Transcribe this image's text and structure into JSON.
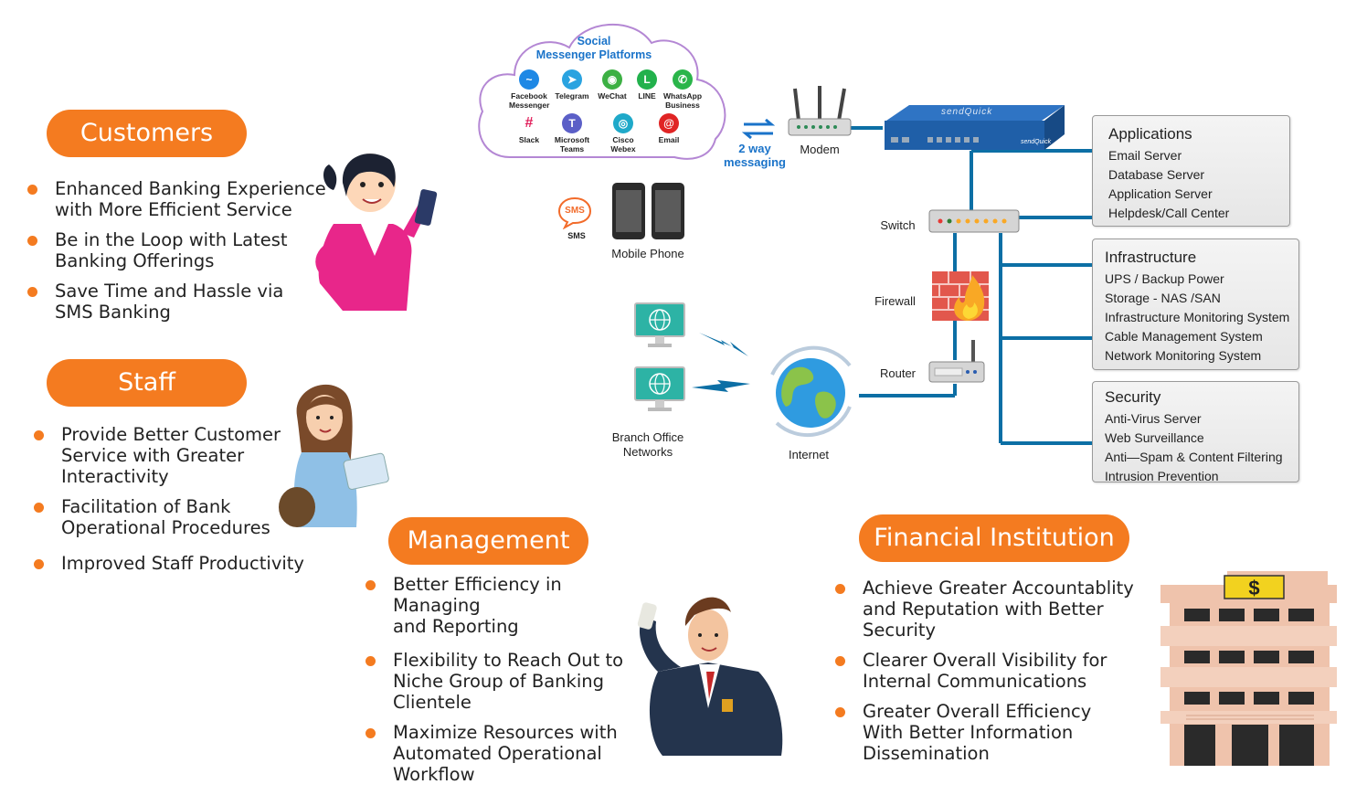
{
  "colors": {
    "accent": "#f47b20",
    "network_line": "#0c6fa5",
    "cloud_title": "#1a73c9"
  },
  "customers": {
    "title": "Customers",
    "bullets": [
      "Enhanced Banking Experience\nwith More Efficient Service",
      "Be in the Loop with Latest\nBanking Offerings",
      "Save Time and Hassle via\nSMS Banking"
    ]
  },
  "staff": {
    "title": "Staff",
    "bullets": [
      "Provide Better Customer\nService with Greater\nInteractivity",
      "Facilitation of Bank\nOperational Procedures",
      "Improved Staff Productivity"
    ]
  },
  "management": {
    "title": "Management",
    "bullets": [
      "Better Efficiency in Managing\nand Reporting",
      "Flexibility to Reach Out to\nNiche Group of Banking\nClientele",
      "Maximize Resources with\nAutomated Operational\nWorkflow"
    ]
  },
  "financial": {
    "title": "Financial Institution",
    "bullets": [
      "Achieve Greater Accountablity\nand Reputation with Better\nSecurity",
      "Clearer Overall Visibility for\nInternal Communications",
      "Greater Overall Efficiency\nWith Better Information\nDissemination"
    ]
  },
  "cloud": {
    "title_line1": "Social",
    "title_line2": "Messenger Platforms",
    "platforms": [
      {
        "label": "Facebook\nMessenger",
        "icon": "messenger-icon",
        "color": "#1e88e5",
        "glyph": "~"
      },
      {
        "label": "Telegram",
        "icon": "telegram-icon",
        "color": "#2aa3e0",
        "glyph": "➤"
      },
      {
        "label": "WeChat",
        "icon": "wechat-icon",
        "color": "#3cb043",
        "glyph": "◉"
      },
      {
        "label": "LINE",
        "icon": "line-icon",
        "color": "#22b14c",
        "glyph": "L"
      },
      {
        "label": "WhatsApp\nBusiness",
        "icon": "whatsapp-icon",
        "color": "#2ab54a",
        "glyph": "✆"
      },
      {
        "label": "Slack",
        "icon": "slack-icon",
        "color": "#ffffff",
        "glyph": "#"
      },
      {
        "label": "Microsoft\nTeams",
        "icon": "teams-icon",
        "color": "#5b5fc7",
        "glyph": "T"
      },
      {
        "label": "Cisco Webex",
        "icon": "webex-icon",
        "color": "#1fa9c9",
        "glyph": "◎"
      },
      {
        "label": "Email",
        "icon": "email-icon",
        "color": "#e02424",
        "glyph": "@"
      }
    ]
  },
  "network": {
    "two_way": "2 way\nmessaging",
    "modem": "Modem",
    "brand": "sendQuick",
    "switch": "Switch",
    "firewall": "Firewall",
    "router": "Router",
    "internet": "Internet",
    "branch": "Branch Office\nNetworks",
    "sms": "SMS",
    "sms_badge": "SMS",
    "mobile": "Mobile Phone"
  },
  "boxes": {
    "applications": {
      "title": "Applications",
      "items": [
        "Email Server",
        "Database Server",
        "Application Server",
        "Helpdesk/Call Center"
      ]
    },
    "infrastructure": {
      "title": "Infrastructure",
      "items": [
        "UPS / Backup Power",
        "Storage - NAS /SAN",
        "Infrastructure Monitoring System",
        "Cable Management System",
        "Network Monitoring System"
      ]
    },
    "security": {
      "title": "Security",
      "items": [
        "Anti-Virus Server",
        "Web Surveillance",
        "Anti—Spam & Content Filtering",
        "Intrusion Prevention"
      ]
    }
  },
  "bank_sign": "$"
}
